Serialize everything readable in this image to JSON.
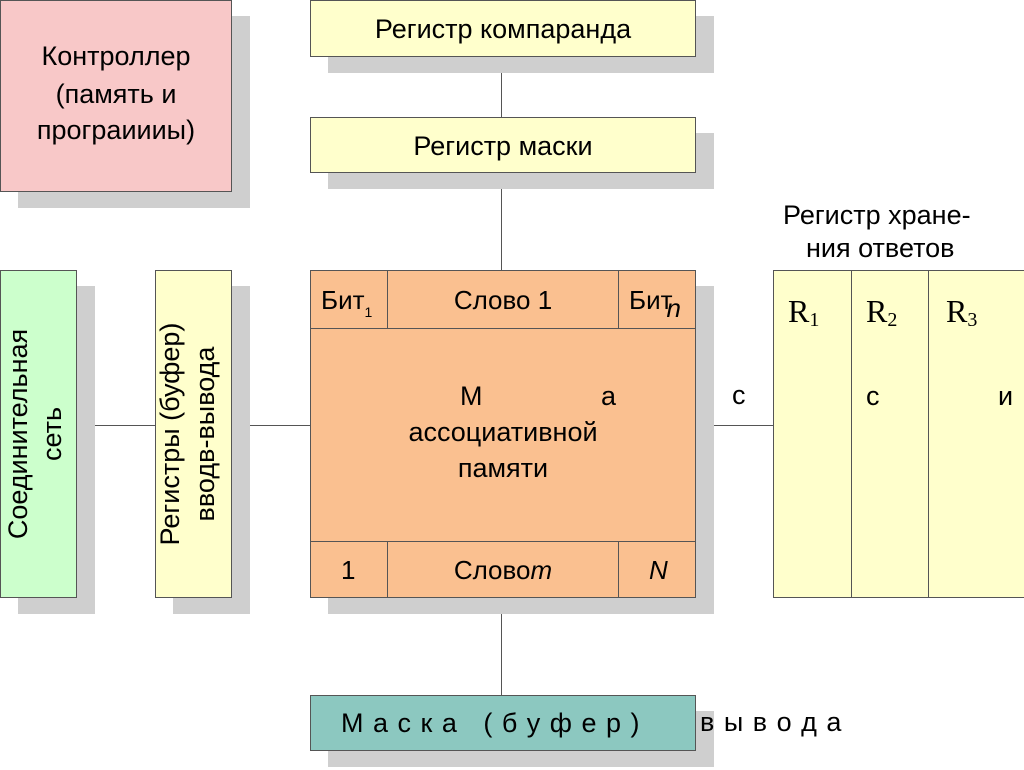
{
  "controller": {
    "line1": "Контроллер",
    "line2": "(память и",
    "line3": "програиииы)"
  },
  "comparand_register": "Регистр компаранда",
  "mask_register": "Регистр маски",
  "network": {
    "line1": "Соединительная",
    "line2": "сеть"
  },
  "io_registers": {
    "line1": "Регистры (буфер)",
    "line2": "вводв-вывода"
  },
  "memory": {
    "bit_label": "Бит",
    "bit_first_sub": "1",
    "bit_last_sub": "n",
    "word1": "Слово 1",
    "title_m": "М",
    "title_a": "а",
    "title_c1": "с",
    "title_c2": "с",
    "title_i": "и",
    "title_line2": "ассоциативной",
    "title_line3": "памяти",
    "row_first": "1",
    "word_m_prefix": "Слово",
    "word_m_suffix": "m",
    "row_last": "N"
  },
  "answer_register": {
    "title_line1": "Регистр хране-",
    "title_line2": "ния ответов",
    "letter": "R",
    "subs": [
      "1",
      "2",
      "3"
    ]
  },
  "output_mask": {
    "left": "М а с к а   ( б у ф е р )",
    "right": "в ы в о д а"
  },
  "colors": {
    "controller": "#f8c8c8",
    "yellow": "#ffffcc",
    "network": "#ccffcc",
    "io": "#ffffcc",
    "memory": "#fac090",
    "answer": "#ffffcc",
    "output": "#8cc8c0"
  }
}
